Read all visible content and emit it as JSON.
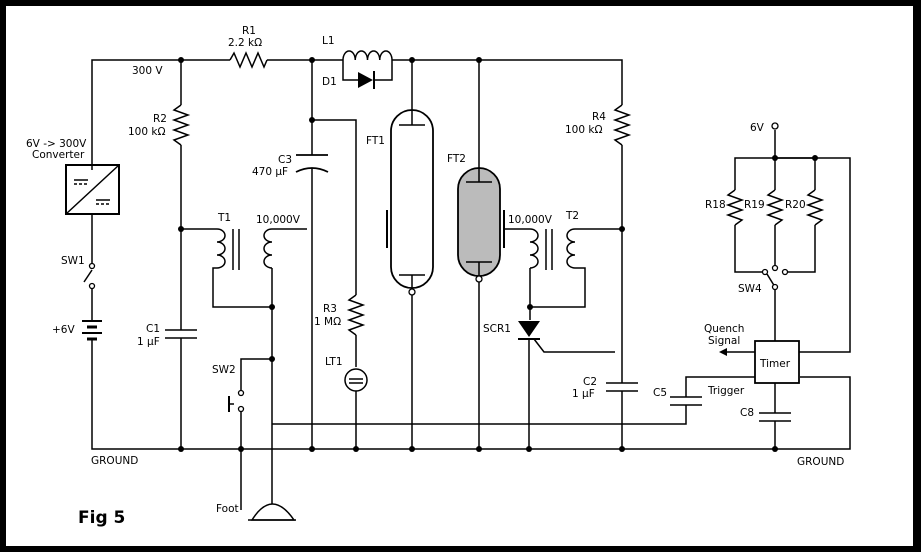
{
  "figure": {
    "caption": "Fig 5"
  },
  "labels": {
    "v300": "300 V",
    "r1_name": "R1",
    "r1_value": "2.2 kΩ",
    "l1": "L1",
    "d1": "D1",
    "r2_name": "R2",
    "r2_value": "100 kΩ",
    "conv1": "6V -> 300V",
    "conv2": "Converter",
    "c3_name": "C3",
    "c3_value": "470 µF",
    "ft1": "FT1",
    "ft2": "FT2",
    "r4_name": "R4",
    "r4_value": "100 kΩ",
    "v6_top": "6V",
    "r18": "R18",
    "r19": "R19",
    "r20": "R20",
    "t1": "T1",
    "t1_volt": "10,000V",
    "t2": "T2",
    "t2_volt": "10,000V",
    "sw1": "SW1",
    "sw4": "SW4",
    "batt": "+6V",
    "c1_name": "C1",
    "c1_value": "1 µF",
    "r3_name": "R3",
    "r3_value": "1 MΩ",
    "lt1": "LT1",
    "scr1": "SCR1",
    "quench1": "Quench",
    "quench2": "Signal",
    "timer": "Timer",
    "sw2": "SW2",
    "c2_name": "C2",
    "c2_value": "1 µF",
    "c5": "C5",
    "trigger": "Trigger",
    "c8": "C8",
    "ground_left": "GROUND",
    "ground_right": "GROUND",
    "foot": "Foot"
  }
}
